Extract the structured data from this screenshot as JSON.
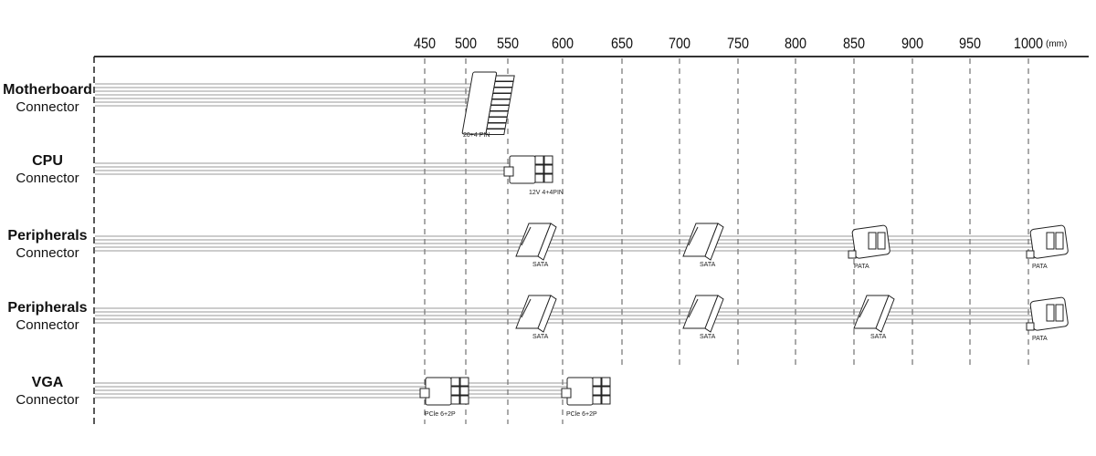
{
  "axis": {
    "ticks": [
      "450",
      "500",
      "550",
      "600",
      "650",
      "700",
      "750",
      "800",
      "850",
      "900",
      "950",
      "1000"
    ],
    "unit": "(mm)"
  },
  "rows": [
    {
      "title": "Motherboard",
      "subtitle": "Connector",
      "connectors": [
        {
          "label": "20+4 PIN",
          "type": "atx",
          "at_mm": 550
        }
      ]
    },
    {
      "title": "CPU",
      "subtitle": "Connector",
      "connectors": [
        {
          "label": "12V 4+4PIN",
          "type": "eps",
          "at_mm": 600
        }
      ]
    },
    {
      "title": "Peripherals",
      "subtitle": "Connector",
      "connectors": [
        {
          "label": "SATA",
          "type": "sata",
          "at_mm": 600
        },
        {
          "label": "SATA",
          "type": "sata",
          "at_mm": 750
        },
        {
          "label": "PATA",
          "type": "pata",
          "at_mm": 900
        },
        {
          "label": "PATA",
          "type": "pata",
          "at_mm": 1050
        }
      ]
    },
    {
      "title": "Peripherals",
      "subtitle": "Connector",
      "connectors": [
        {
          "label": "SATA",
          "type": "sata",
          "at_mm": 600
        },
        {
          "label": "SATA",
          "type": "sata",
          "at_mm": 750
        },
        {
          "label": "SATA",
          "type": "sata",
          "at_mm": 900
        },
        {
          "label": "PATA",
          "type": "pata",
          "at_mm": 1050
        }
      ]
    },
    {
      "title": "VGA",
      "subtitle": "Connector",
      "connectors": [
        {
          "label": "PCle 6+2P",
          "type": "pcie",
          "at_mm": 500
        },
        {
          "label": "PCle 6+2P",
          "type": "pcie",
          "at_mm": 650
        }
      ]
    }
  ]
}
